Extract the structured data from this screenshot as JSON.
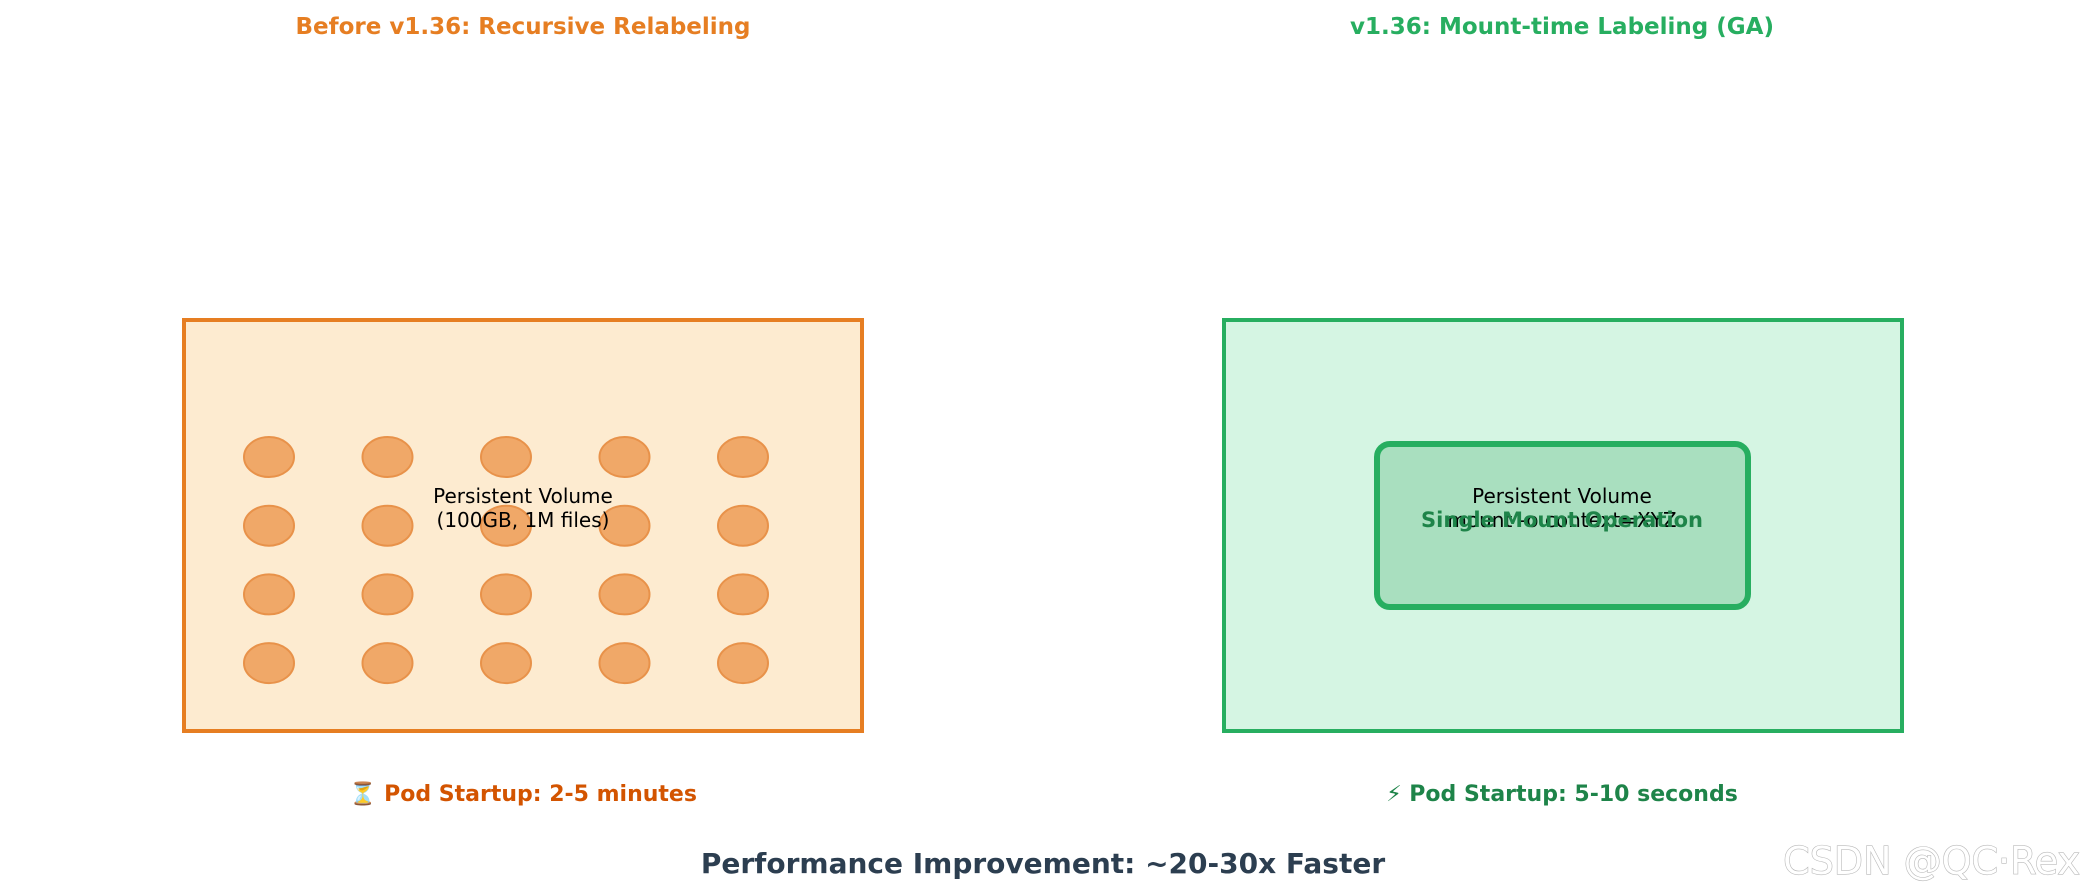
{
  "before": {
    "title": "Before v1.36: Recursive Relabeling",
    "volume_line1": "Persistent Volume",
    "volume_line2": "(100GB, 1M files)",
    "file_grid": {
      "rows": 4,
      "cols": 5
    },
    "startup": "⏳ Pod Startup: 2-5 minutes",
    "colors": {
      "title": "#e67e22",
      "border": "#e67e22",
      "fill": "#fdebd0",
      "file": "#f0a868",
      "file_stroke": "#e8924a",
      "startup": "#d35400"
    }
  },
  "after": {
    "title": "v1.36: Mount-time Labeling (GA)",
    "volume_line1": "Persistent Volume",
    "volume_line2": "mount -o context=XYZ",
    "operation": "Single Mount Operation",
    "startup": "⚡ Pod Startup: 5-10 seconds",
    "colors": {
      "title": "#27ae60",
      "border": "#27ae60",
      "fill": "#d5f5e3",
      "inner_fill": "#a9dfbf",
      "operation": "#1e8449",
      "startup": "#1e8449"
    }
  },
  "footer": {
    "text": "Performance Improvement: ~20-30x Faster",
    "color": "#2c3e50"
  },
  "watermark": "CSDN @QC·Rex"
}
